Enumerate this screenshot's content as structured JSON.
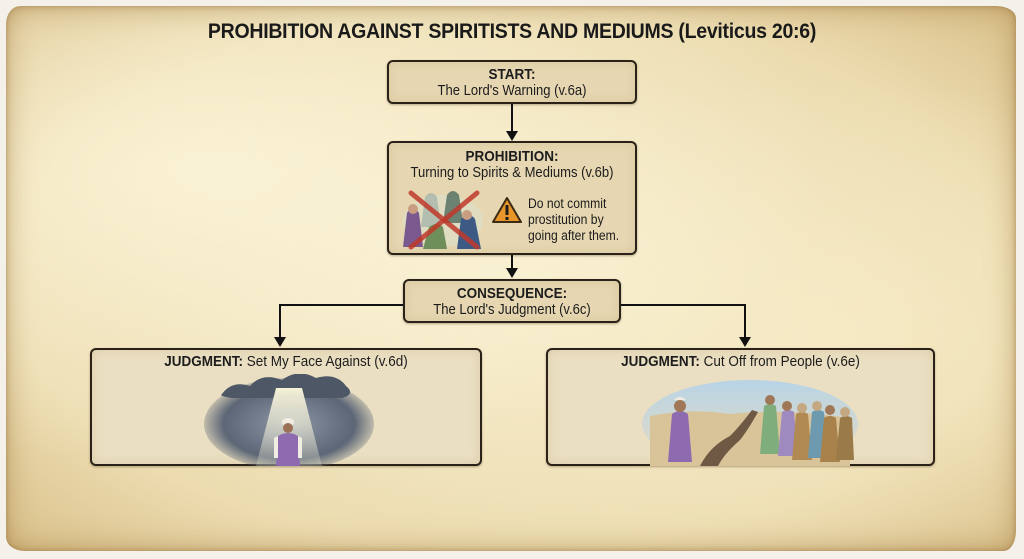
{
  "title": "PROHIBITION AGAINST SPIRITISTS AND MEDIUMS (Leviticus 20:6)",
  "nodes": {
    "start": {
      "head": "START:",
      "sub": "The Lord's Warning (v.6a)"
    },
    "prohibition": {
      "head": "PROHIBITION:",
      "sub": "Turning to Spirits & Mediums (v.6b)",
      "warning_lines": [
        "Do not commit",
        "prostitution by",
        "going after them."
      ],
      "icon": "warning-triangle-icon",
      "image": "crossed-out-spiritists-illustration"
    },
    "consequence": {
      "head": "CONSEQUENCE:",
      "sub": "The Lord's Judgment (v.6c)"
    },
    "judgment_left": {
      "label": "JUDGMENT:",
      "text": " Set My Face Against (v.6d)",
      "image": "man-under-dark-cloud-light-beam-illustration"
    },
    "judgment_right": {
      "label": "JUDGMENT:",
      "text": " Cut Off from People (v.6e)",
      "image": "man-separated-by-chasm-from-crowd-illustration"
    }
  },
  "colors": {
    "parchment": "#ecdcb0",
    "box_fill": "#e6d7b2",
    "border": "#2a2218",
    "cross_red": "#c0392b",
    "warning_orange": "#e8962a",
    "robe_purple": "#8e6bb0"
  }
}
